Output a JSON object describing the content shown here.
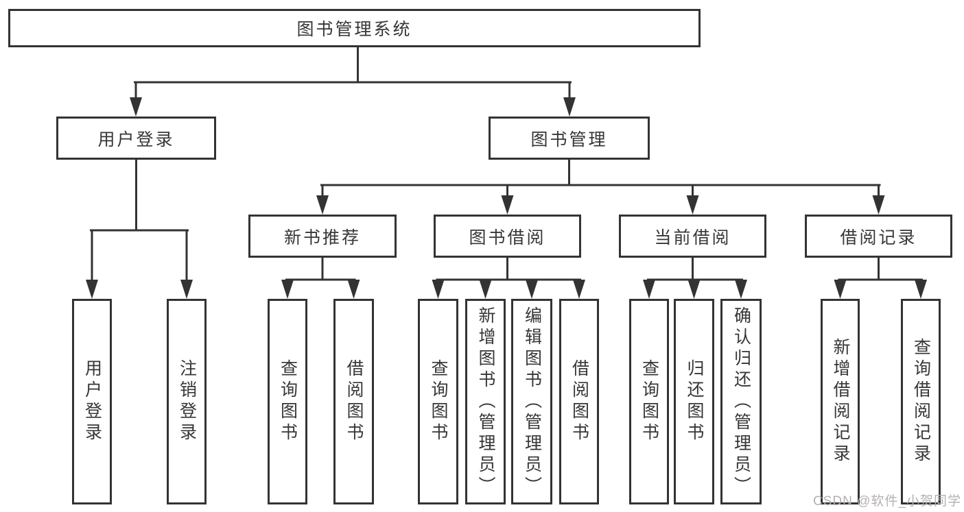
{
  "diagram": {
    "tree": {
      "label": "图书管理系统",
      "children": [
        {
          "label": "用户登录",
          "children": [
            {
              "label": "用户登录"
            },
            {
              "label": "注销登录"
            }
          ]
        },
        {
          "label": "图书管理",
          "children": [
            {
              "label": "新书推荐",
              "children": [
                {
                  "label": "查询图书"
                },
                {
                  "label": "借阅图书"
                }
              ]
            },
            {
              "label": "图书借阅",
              "children": [
                {
                  "label": "查询图书"
                },
                {
                  "label": "新增图书（管理员）"
                },
                {
                  "label": "编辑图书（管理员）"
                },
                {
                  "label": "借阅图书"
                }
              ]
            },
            {
              "label": "当前借阅",
              "children": [
                {
                  "label": "查询图书"
                },
                {
                  "label": "归还图书"
                },
                {
                  "label": "确认归还（管理员）"
                }
              ]
            },
            {
              "label": "借阅记录",
              "children": [
                {
                  "label": "新增借阅记录"
                },
                {
                  "label": "查询借阅记录"
                }
              ]
            }
          ]
        }
      ]
    },
    "colors": {
      "line": "#333333",
      "text": "#363636",
      "background": "#ffffff",
      "watermark_text_color": "#b5b0b0"
    }
  },
  "watermark": {
    "text": "CSDN @软件_小贺同学"
  }
}
